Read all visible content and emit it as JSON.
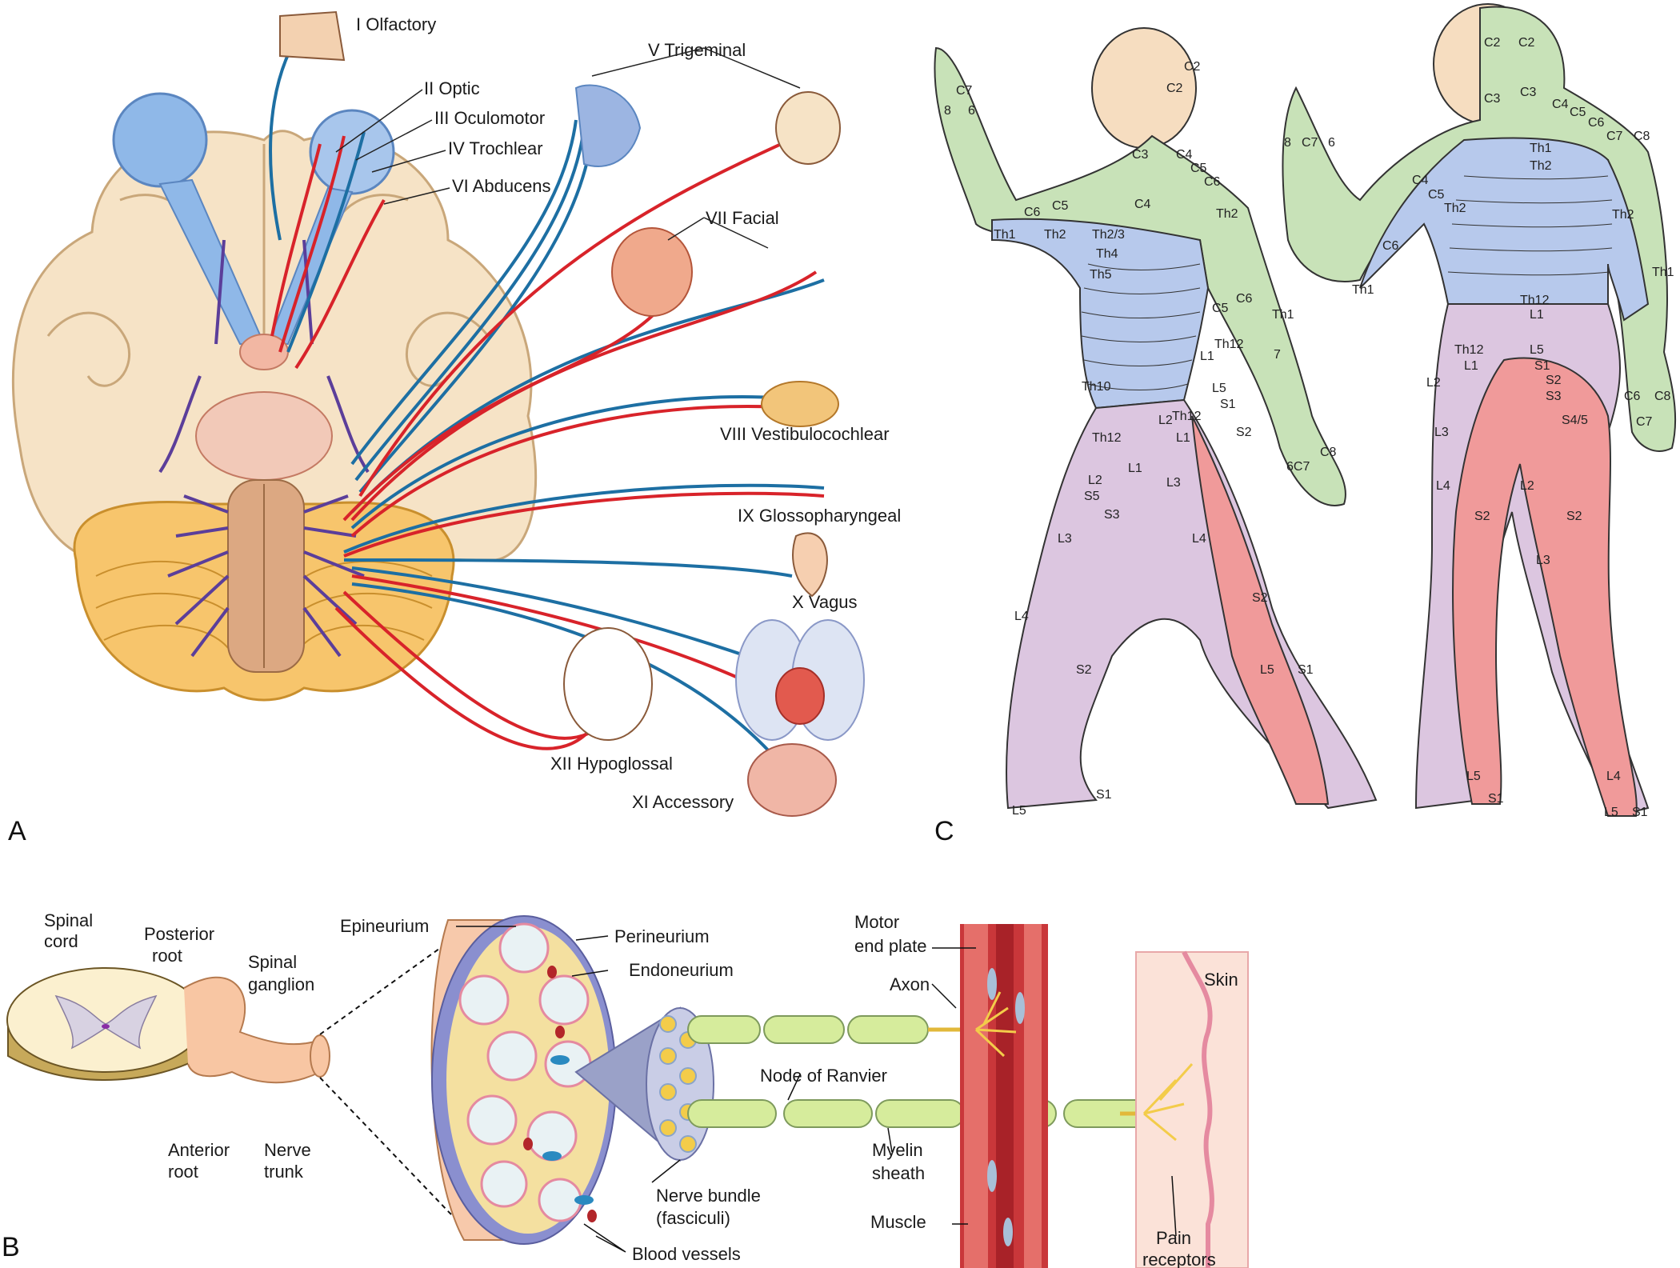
{
  "panels": {
    "a": "A",
    "b": "B",
    "c": "C"
  },
  "cranial_nerves": [
    "I Olfactory",
    "II Optic",
    "III Oculomotor",
    "IV Trochlear",
    "VI Abducens",
    "V Trigeminal",
    "VII Facial",
    "VIII Vestibulocochlear",
    "IX Glossopharyngeal",
    "X Vagus",
    "XII Hypoglossal",
    "XI Accessory"
  ],
  "nerve_structure": {
    "spinal_cord": [
      "Spinal",
      "cord"
    ],
    "posterior_root": [
      "Posterior",
      "root"
    ],
    "spinal_ganglion": [
      "Spinal",
      "ganglion"
    ],
    "anterior_root": [
      "Anterior",
      "root"
    ],
    "nerve_trunk": [
      "Nerve",
      "trunk"
    ],
    "epineurium": "Epineurium",
    "perineurium": "Perineurium",
    "endoneurium": "Endoneurium",
    "nerve_bundle": [
      "Nerve bundle",
      "(fasciculi)"
    ],
    "blood_vessels": "Blood vessels",
    "motor_end_plate": [
      "Motor",
      "end plate"
    ],
    "axon": "Axon",
    "node_of_ranvier": "Node of Ranvier",
    "myelin_sheath": [
      "Myelin",
      "sheath"
    ],
    "muscle": "Muscle",
    "skin": "Skin",
    "pain_receptors": [
      "Pain",
      "receptors"
    ]
  },
  "dermatomes": {
    "front": [
      "C2",
      "C2",
      "C3",
      "C4",
      "C5",
      "C6",
      "C4",
      "C7",
      "8",
      "6",
      "C6",
      "C5",
      "Th1",
      "Th2",
      "Th2/3",
      "Th4",
      "Th5",
      "Th2",
      "C5",
      "C6",
      "Th1",
      "7",
      "Th12",
      "L1",
      "Th10",
      "L5",
      "S1",
      "Th12",
      "L1",
      "L2",
      "S2",
      "Th12",
      "L2",
      "L1",
      "S5",
      "S3",
      "L3",
      "C8",
      "6C7",
      "L3",
      "L4",
      "S2",
      "L4",
      "S2",
      "L5",
      "S1",
      "S1",
      "L5"
    ],
    "back": [
      "C2",
      "C2",
      "C3",
      "C3",
      "C4",
      "C5",
      "C6",
      "C7",
      "C8",
      "8",
      "C7",
      "6",
      "Th1",
      "Th2",
      "C4",
      "C5",
      "Th2",
      "C6",
      "Th2",
      "Th1",
      "Th1",
      "Th12",
      "L1",
      "L5",
      "Th12",
      "L1",
      "L2",
      "S1",
      "S2",
      "S3",
      "S4/5",
      "L3",
      "C6",
      "C8",
      "C7",
      "L4",
      "L2",
      "S2",
      "S2",
      "L3",
      "L5",
      "L4",
      "S1",
      "S1",
      "L5"
    ]
  },
  "colors": {
    "sensory": "#1d6fa3",
    "motor": "#d8232a",
    "cervical": "#c8e2b8",
    "thoracic": "#b7c9ec",
    "lumbar": "#dcc6e0",
    "sacral": "#f09a9a",
    "face": "#f6ddc0",
    "cerebrum": "#f6e3c6",
    "cerebellum": "#f7c56c"
  }
}
